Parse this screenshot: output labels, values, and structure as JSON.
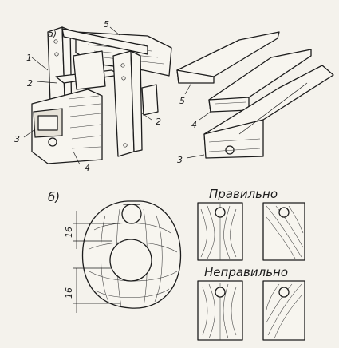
{
  "part_a": {
    "caption": "а)",
    "labels": {
      "one": "1",
      "two_left": "2",
      "two_right": "2",
      "three_left": "3",
      "four": "4",
      "five": "5"
    },
    "board_labels": [
      "5",
      "4",
      "3"
    ]
  },
  "part_b": {
    "caption": "б)",
    "dim_upper": "16",
    "dim_lower": "16",
    "correct_heading": "Правильно",
    "incorrect_heading": "Неправильно"
  }
}
